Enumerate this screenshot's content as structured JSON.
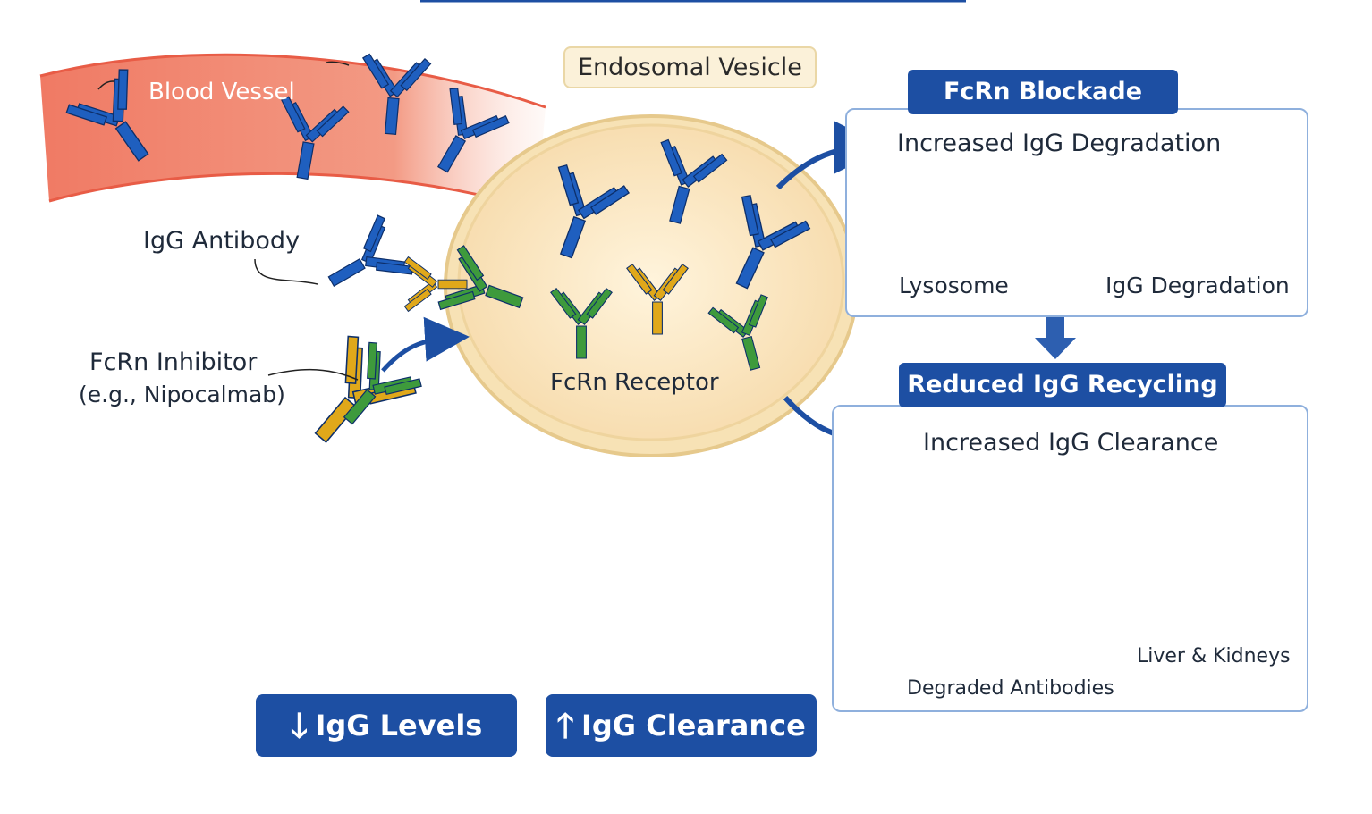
{
  "labels": {
    "blood_vessel": "Blood Vessel",
    "endosomal_vesicle": "Endosomal Vesicle",
    "igg_antibody": "IgG Antibody",
    "fcrn_inhibitor": "FcRn Inhibitor",
    "fcrn_inhibitor_example": "(e.g., Nipocalmab)",
    "fcrn_receptor": "FcRn Receptor"
  },
  "blockade_panel": {
    "header": "FcRn Blockade",
    "title": "Increased IgG Degradation",
    "left_caption": "Lysosome",
    "right_caption": "IgG Degradation"
  },
  "recycling_panel": {
    "header": "Reduced IgG Recycling",
    "title": "Increased IgG Clearance",
    "fragments_caption": "Degraded Antibodies",
    "organs_caption": "Liver & Kidneys"
  },
  "outcomes": [
    {
      "icon": "arrow-down-icon",
      "glyph": "🡓",
      "text": "IgG Levels"
    },
    {
      "icon": "arrow-up-icon",
      "glyph": "🡑",
      "text": "IgG Clearance"
    }
  ],
  "colors": {
    "antibody_blue": "#1f5fbf",
    "receptor_green": "#3e9a3c",
    "inhibitor_gold": "#e0a81a",
    "header_blue": "#1d4fa3",
    "lysosome_red": "#d9302a"
  }
}
